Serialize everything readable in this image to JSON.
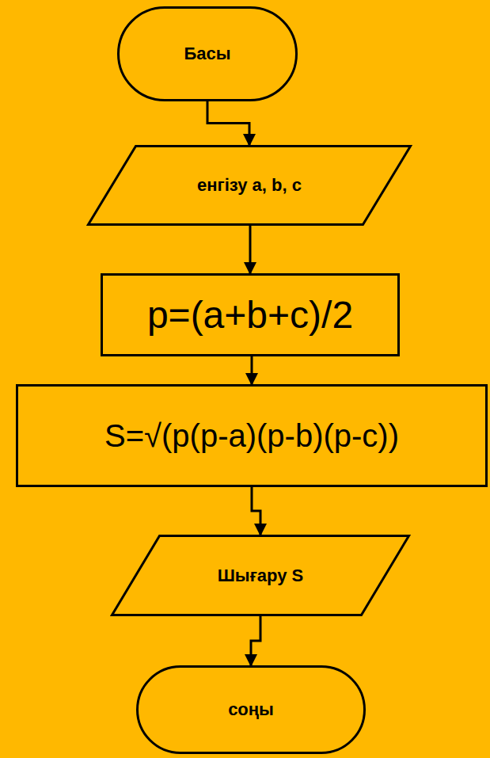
{
  "diagram": {
    "nodes": [
      {
        "text": [
          "Басы"
        ]
      },
      {
        "text": [
          "енгізу a, b, c"
        ]
      },
      {
        "text": [
          "p=(a+b+c)/2"
        ]
      },
      {
        "text": [
          "S=√(p(p-a)(p-b)(p-c))"
        ]
      },
      {
        "text": [
          "Шығару S"
        ]
      },
      {
        "text": [
          "соңы"
        ]
      }
    ],
    "edges": [
      {
        "from": 0,
        "to": 1,
        "arrow": "to"
      },
      {
        "from": 1,
        "to": 2,
        "arrow": "to"
      },
      {
        "from": 2,
        "to": 3,
        "arrow": "to"
      },
      {
        "from": 3,
        "to": 4,
        "arrow": "to"
      },
      {
        "from": 4,
        "to": 5,
        "arrow": "to"
      }
    ]
  }
}
